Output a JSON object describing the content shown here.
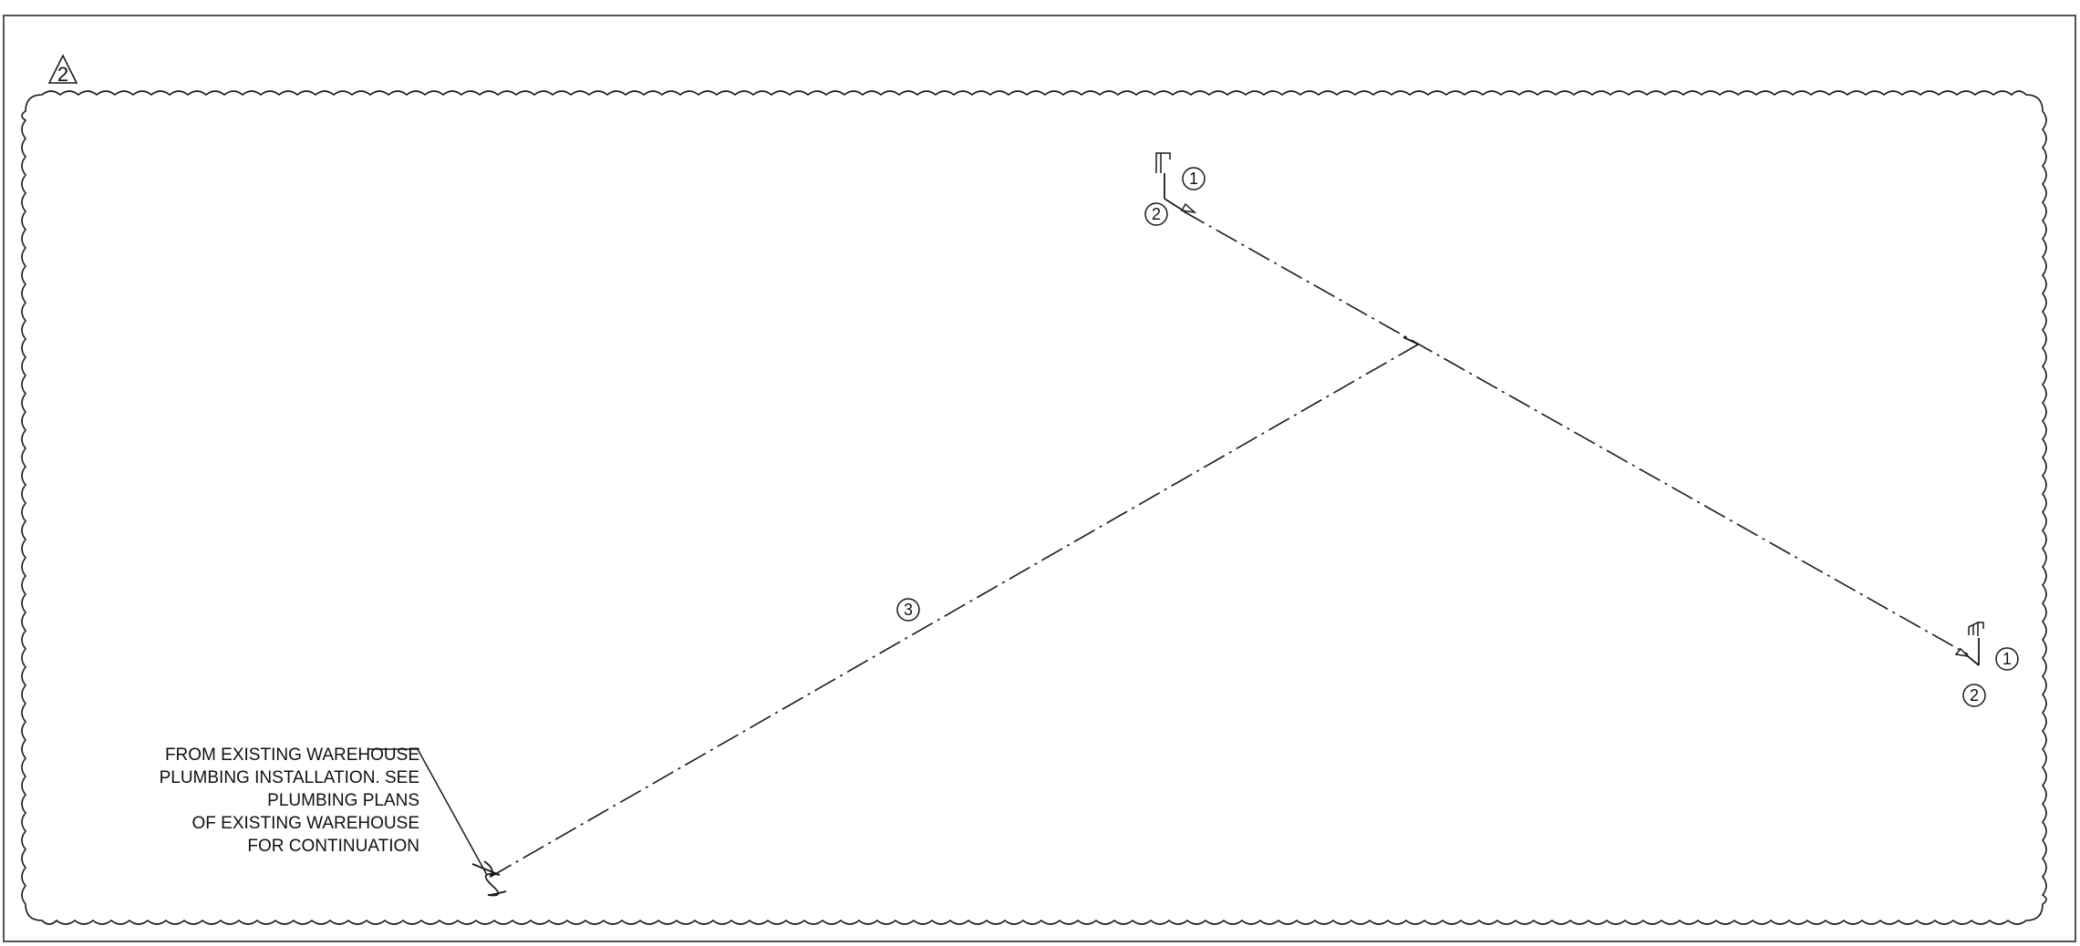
{
  "revision": {
    "number": "2"
  },
  "note": {
    "lines": [
      "FROM EXISTING WAREHOUSE",
      "PLUMBING INSTALLATION. SEE",
      "PLUMBING PLANS",
      "OF EXISTING WAREHOUSE",
      "FOR CONTINUATION"
    ]
  },
  "tags": {
    "fixture_top_1": "1",
    "fixture_top_2": "2",
    "pipe_main_3": "3",
    "fixture_right_1": "1",
    "fixture_right_2": "2"
  },
  "colors": {
    "line": "#1a1a1a",
    "background": "#ffffff"
  }
}
